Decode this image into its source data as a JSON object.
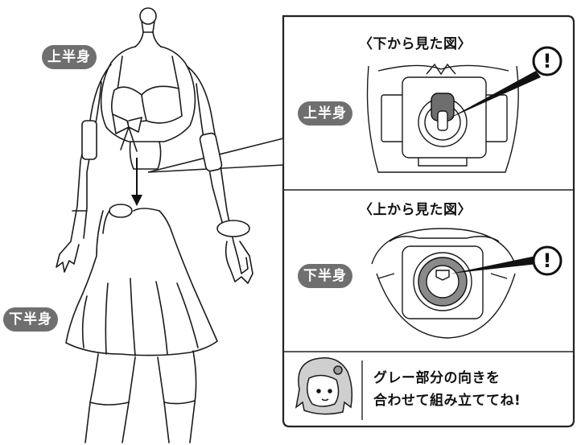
{
  "labels": {
    "upper_body": "上半身",
    "lower_body": "下半身",
    "upper_body_detail": "上半身",
    "lower_body_detail": "下半身"
  },
  "panels": {
    "bottom_view_title": "〈下から見た図〉",
    "top_view_title": "〈上から見た図〉"
  },
  "markers": {
    "upper_alert": "!",
    "lower_alert": "!"
  },
  "tip": {
    "line1": "グレー部分の向きを",
    "line2": "合わせて組み立ててね!"
  },
  "colors": {
    "label_pill": "#6f6f6f",
    "line_art": "#1a1a1a",
    "gray_part": "#8a8a8a",
    "panel_border": "#222222"
  }
}
